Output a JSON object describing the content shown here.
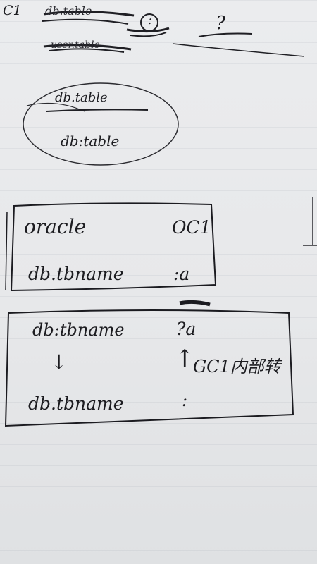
{
  "notes": {
    "top_left": "C1",
    "struck_1": "db.table",
    "struck_2": "user.table",
    "circled_a": "db.table",
    "circled_b": "db:table",
    "question": "?",
    "smiley_marker": ":",
    "box1_left_header": "oracle",
    "box1_right_header": "OC1",
    "box1_left_value": "db.tbname",
    "box1_right_value": ":a",
    "box2_left_top": "db:tbname",
    "box2_right_top": "?a",
    "box2_left_bottom": "db.tbname",
    "box2_right_bottom": ":",
    "arrow_down": "↓",
    "arrow_up": "↑",
    "annotation": "GC1内部转"
  }
}
